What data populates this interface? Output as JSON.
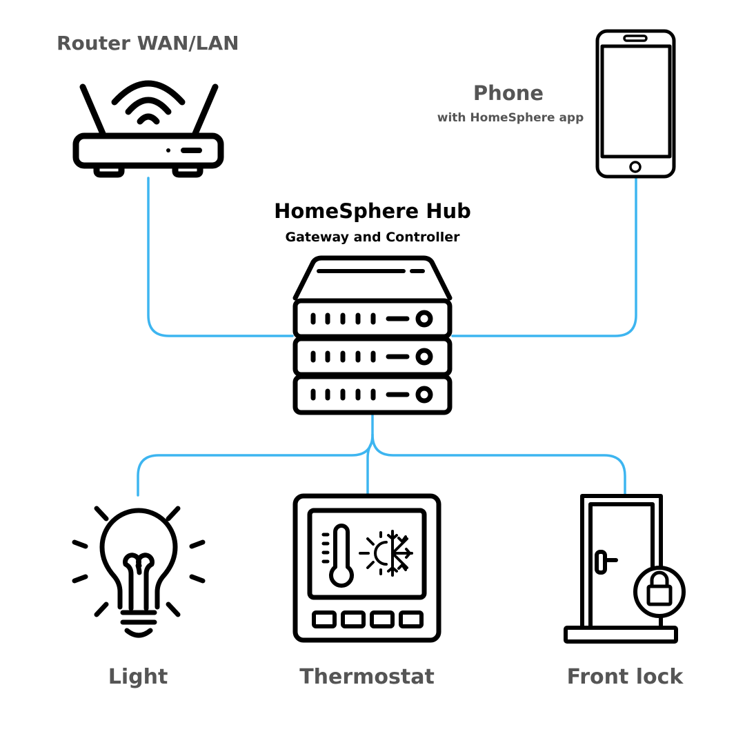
{
  "colors": {
    "link": "#3db5f0",
    "icon": "#000000",
    "primary_text": "#000000",
    "secondary_text": "#555555",
    "background": "#ffffff"
  },
  "router": {
    "title": "Router WAN/LAN",
    "icon": "wifi-router-icon"
  },
  "phone": {
    "title": "Phone",
    "subtitle": "with HomeSphere app",
    "icon": "smartphone-icon"
  },
  "hub": {
    "title": "HomeSphere Hub",
    "subtitle": "Gateway and Controller",
    "icon": "server-stack-icon"
  },
  "devices": {
    "light": {
      "label": "Light",
      "icon": "lightbulb-icon"
    },
    "thermostat": {
      "label": "Thermostat",
      "icon": "thermostat-icon"
    },
    "lock": {
      "label": "Front lock",
      "icon": "door-lock-icon"
    }
  }
}
